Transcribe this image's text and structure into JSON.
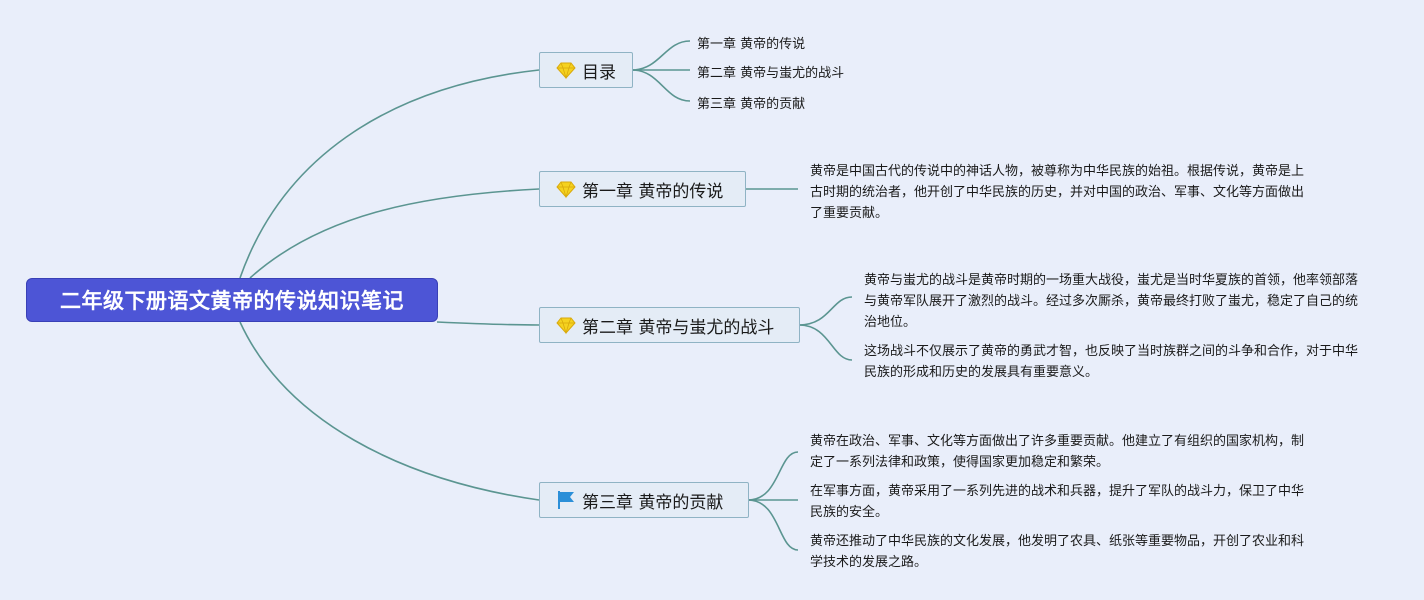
{
  "root": {
    "title": "二年级下册语文黄帝的传说知识笔记"
  },
  "branches": [
    {
      "label": "目录",
      "icon": "diamond-icon",
      "items": [
        "第一章 黄帝的传说",
        "第二章 黄帝与蚩尤的战斗",
        "第三章 黄帝的贡献"
      ]
    },
    {
      "label": "第一章 黄帝的传说",
      "icon": "diamond-icon",
      "notes": [
        "黄帝是中国古代的传说中的神话人物，被尊称为中华民族的始祖。根据传说，黄帝是上古时期的统治者，他开创了中华民族的历史，并对中国的政治、军事、文化等方面做出了重要贡献。"
      ]
    },
    {
      "label": "第二章 黄帝与蚩尤的战斗",
      "icon": "diamond-icon",
      "notes": [
        "黄帝与蚩尤的战斗是黄帝时期的一场重大战役，蚩尤是当时华夏族的首领，他率领部落与黄帝军队展开了激烈的战斗。经过多次厮杀，黄帝最终打败了蚩尤，稳定了自己的统治地位。",
        "这场战斗不仅展示了黄帝的勇武才智，也反映了当时族群之间的斗争和合作，对于中华民族的形成和历史的发展具有重要意义。"
      ]
    },
    {
      "label": "第三章 黄帝的贡献",
      "icon": "flag-icon",
      "notes": [
        "黄帝在政治、军事、文化等方面做出了许多重要贡献。他建立了有组织的国家机构，制定了一系列法律和政策，使得国家更加稳定和繁荣。",
        "在军事方面，黄帝采用了一系列先进的战术和兵器，提升了军队的战斗力，保卫了中华民族的安全。",
        "黄帝还推动了中华民族的文化发展，他发明了农具、纸张等重要物品，开创了农业和科学技术的发展之路。"
      ]
    }
  ],
  "colors": {
    "background": "#e9eefa",
    "root_fill": "#4d55d6",
    "topic_fill": "#e4ecf6",
    "topic_border": "#8fb3c4",
    "connector": "#5b9591",
    "diamond": "#f5d21f",
    "flag": "#2b8fd8"
  }
}
